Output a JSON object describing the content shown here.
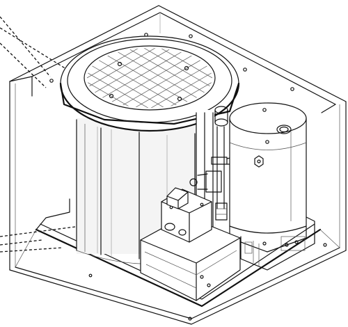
{
  "figure": {
    "parts": [
      {
        "name": "cabinet-shell"
      },
      {
        "name": "sump-lid"
      },
      {
        "name": "pressure-tank"
      },
      {
        "name": "pump-motor"
      },
      {
        "name": "vertical-pipe"
      },
      {
        "name": "base-tray"
      }
    ],
    "callout_groups": [
      {
        "name": "upper-left-callouts",
        "count": 3
      },
      {
        "name": "lower-left-callouts",
        "count": 3
      }
    ]
  }
}
